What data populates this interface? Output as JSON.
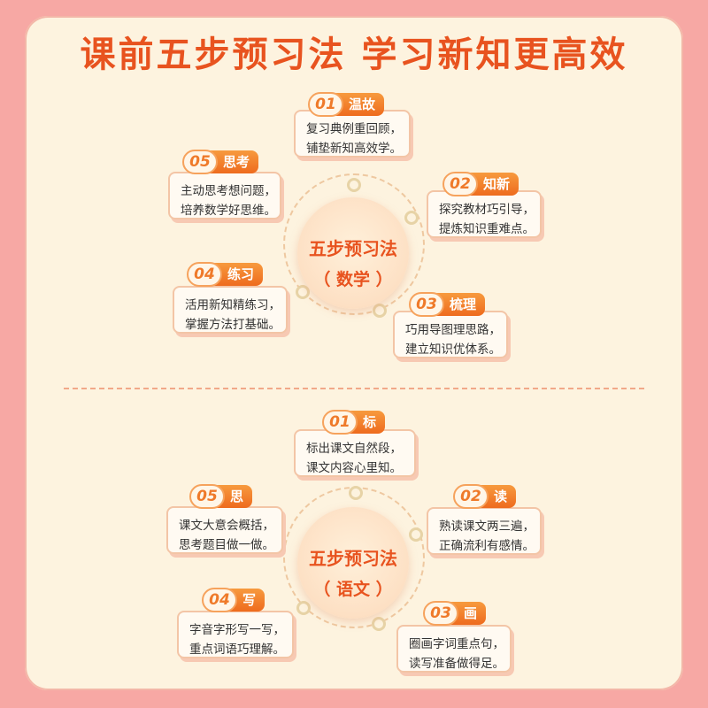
{
  "title": "课前五步预习法 学习新知更高效",
  "math": {
    "hub_line1": "五步预习法",
    "hub_line2": "（ 数学 ）",
    "steps": [
      {
        "num": "01",
        "label": "温故",
        "lines": [
          "复习典例重回顾，",
          "铺垫新知高效学。"
        ]
      },
      {
        "num": "02",
        "label": "知新",
        "lines": [
          "探究教材巧引导，",
          "提炼知识重难点。"
        ]
      },
      {
        "num": "03",
        "label": "梳理",
        "lines": [
          "巧用导图理思路，",
          "建立知识优体系。"
        ]
      },
      {
        "num": "04",
        "label": "练习",
        "lines": [
          "活用新知精练习，",
          "掌握方法打基础。"
        ]
      },
      {
        "num": "05",
        "label": "思考",
        "lines": [
          "主动思考想问题，",
          "培养数学好思维。"
        ]
      }
    ]
  },
  "chinese": {
    "hub_line1": "五步预习法",
    "hub_line2": "（ 语文 ）",
    "steps": [
      {
        "num": "01",
        "label": "标",
        "lines": [
          "标出课文自然段，",
          "课文内容心里知。"
        ]
      },
      {
        "num": "02",
        "label": "读",
        "lines": [
          "熟读课文两三遍，",
          "正确流利有感情。"
        ]
      },
      {
        "num": "03",
        "label": "画",
        "lines": [
          "圈画字词重点句，",
          "读写准备做得足。"
        ]
      },
      {
        "num": "04",
        "label": "写",
        "lines": [
          "字音字形写一写，",
          "重点词语巧理解。"
        ]
      },
      {
        "num": "05",
        "label": "思",
        "lines": [
          "课文大意会概括，",
          "思考题目做一做。"
        ]
      }
    ]
  }
}
